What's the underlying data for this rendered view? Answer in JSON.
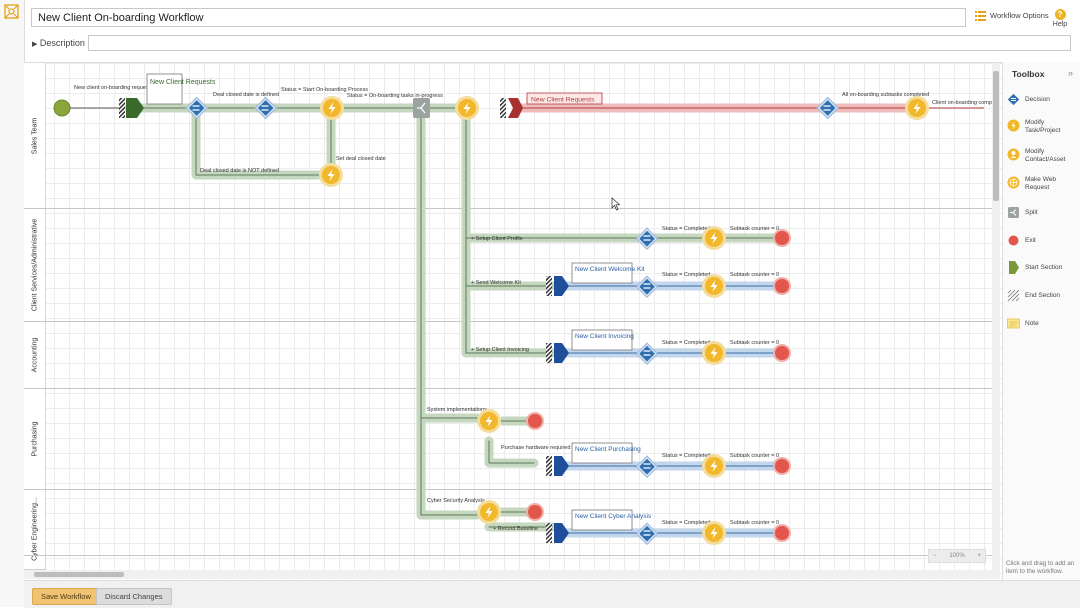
{
  "header": {
    "title": "New Client On-boarding Workflow",
    "workflow_options_label": "Workflow Options",
    "help_label": "Help",
    "description_label": "Description"
  },
  "lanes": [
    {
      "label": "Sales Team"
    },
    {
      "label": "Client Services/Administrative"
    },
    {
      "label": "Accounting"
    },
    {
      "label": "Purchasing"
    },
    {
      "label": "Cyber Engineering..."
    }
  ],
  "nodes": {
    "start_label": "New client on-boarding request",
    "sales_start_note": "New Client Requests",
    "decision1_label": "Deal closed date is defined",
    "decision1_alt_label": "Deal closed date is NOT defined",
    "decision2_label": "Status = Start On-boarding Process",
    "set_deal_closed_label": "Set deal closed date",
    "task_inprogress_label": "Status = On-boarding tasks in-progress",
    "end_section_note": "New Client Requests",
    "all_done_label": "All on-boarding subtasks completed",
    "complete_label": "Client on-boarding comp",
    "branch_setup_profile": "Setup Client Profile",
    "branch_welcome_kit": "Send Welcome Kit",
    "branch_invoicing": "Setup Client Invoicing",
    "branch_system_impl": "System implementations",
    "branch_purchase_hw": "Purchase hardware required for new client",
    "branch_cyber": "Cyber Security Analysis",
    "branch_record_baseline": "Record Baseline",
    "note_welcome_kit": "New Client Welcome Kit",
    "note_invoicing": "New Client Invoicing",
    "note_purchasing": "New Client Purchasing",
    "note_cyber": "New Client Cyber Analysis",
    "status_completed": "Status = Completed",
    "subtask_counter": "Subtask counter = 0"
  },
  "zoom": {
    "minus": "−",
    "value": "100%",
    "plus": "+"
  },
  "toolbox": {
    "title": "Toolbox",
    "collapse": "»",
    "items": [
      {
        "label": "Decision",
        "icon": "decision-icon"
      },
      {
        "label": "Modify Task/Project",
        "icon": "lightning-icon"
      },
      {
        "label": "Modify Contact/Asset",
        "icon": "person-icon"
      },
      {
        "label": "Make Web Request",
        "icon": "globe-icon"
      },
      {
        "label": "Split",
        "icon": "split-icon"
      },
      {
        "label": "Exit",
        "icon": "exit-icon"
      },
      {
        "label": "Start Section",
        "icon": "start-section-icon"
      },
      {
        "label": "End Section",
        "icon": "end-section-icon"
      },
      {
        "label": "Note",
        "icon": "note-icon"
      }
    ],
    "hint": "Click and drag to add an item to the workflow."
  },
  "footer": {
    "save_label": "Save Workflow",
    "discard_label": "Discard Changes"
  },
  "colors": {
    "green_path": "#c6d7bf",
    "blue_path": "#c2d6ec",
    "red_path": "#efbcbc",
    "decision": "#2f6fb0",
    "action": "#f2b82b",
    "exit": "#e2564b"
  }
}
